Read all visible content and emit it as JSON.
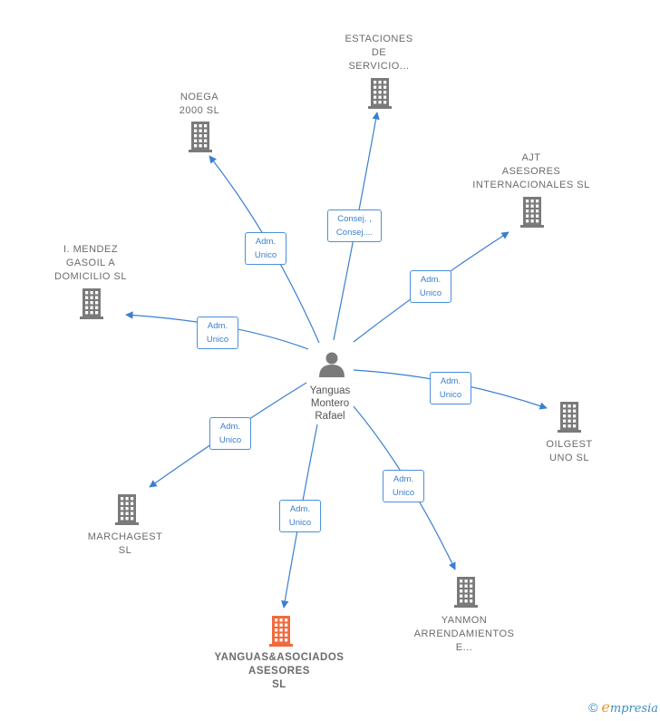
{
  "center": {
    "label_lines": [
      "Yanguas",
      "Montero",
      "Rafael"
    ]
  },
  "companies": [
    {
      "id": "estaciones",
      "label": "ESTACIONES\nDE\nSERVICIO...",
      "color": "#7a7a7a",
      "focus": false
    },
    {
      "id": "noega",
      "label": "NOEGA\n2000  SL",
      "color": "#7a7a7a",
      "focus": false
    },
    {
      "id": "ajt",
      "label": "AJT\nASESORES\nINTERNACIONALES SL",
      "color": "#7a7a7a",
      "focus": false
    },
    {
      "id": "mendez",
      "label": "I.  MENDEZ\nGASOIL A\nDOMICILIO SL",
      "color": "#7a7a7a",
      "focus": false
    },
    {
      "id": "oilgest",
      "label": "OILGEST\nUNO  SL",
      "color": "#7a7a7a",
      "focus": false
    },
    {
      "id": "marchagest",
      "label": "MARCHAGEST\nSL",
      "color": "#7a7a7a",
      "focus": false
    },
    {
      "id": "yanmon",
      "label": "YANMON\nARRENDAMIENTOS\nE...",
      "color": "#7a7a7a",
      "focus": false
    },
    {
      "id": "yanguas",
      "label": "YANGUAS&ASOCIADOS\nASESORES\nSL",
      "color": "#f26a3d",
      "focus": true
    }
  ],
  "relations": [
    {
      "to": "estaciones",
      "lines": [
        "Consej. ,",
        "Consej...."
      ]
    },
    {
      "to": "noega",
      "lines": [
        "Adm.",
        "Unico"
      ]
    },
    {
      "to": "ajt",
      "lines": [
        "Adm.",
        "Unico"
      ]
    },
    {
      "to": "mendez",
      "lines": [
        "Adm.",
        "Unico"
      ]
    },
    {
      "to": "oilgest",
      "lines": [
        "Adm.",
        "Unico"
      ]
    },
    {
      "to": "marchagest",
      "lines": [
        "Adm.",
        "Unico"
      ]
    },
    {
      "to": "yanmon",
      "lines": [
        "Adm.",
        "Unico"
      ]
    },
    {
      "to": "yanguas",
      "lines": [
        "Adm.",
        "Unico"
      ]
    }
  ],
  "colors": {
    "edge": "#3a7fd0",
    "person": "#7a7a7a"
  },
  "brand": {
    "copyright": "©",
    "e": "e",
    "rest": "mpresia"
  }
}
